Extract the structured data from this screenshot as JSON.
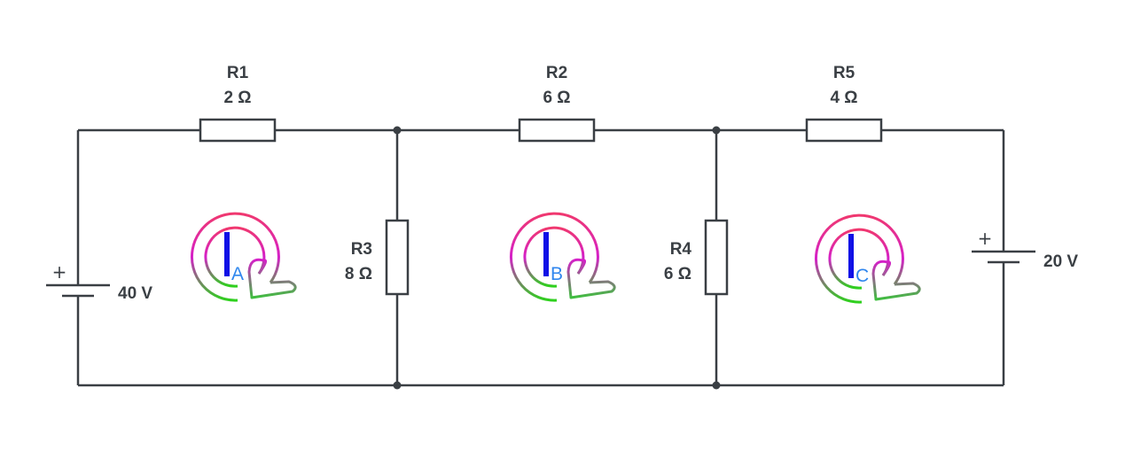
{
  "resistors": [
    {
      "name": "R1",
      "value": "2 Ω"
    },
    {
      "name": "R2",
      "value": "6 Ω"
    },
    {
      "name": "R5",
      "value": "4 Ω"
    },
    {
      "name": "R3",
      "value": "8 Ω"
    },
    {
      "name": "R4",
      "value": "6 Ω"
    }
  ],
  "sources": [
    {
      "polarity": "+",
      "voltage": "40 V"
    },
    {
      "polarity": "+",
      "voltage": "20 V"
    }
  ],
  "loops": [
    {
      "symbol": "I",
      "subscript": "A",
      "direction": "clockwise"
    },
    {
      "symbol": "I",
      "subscript": "B",
      "direction": "clockwise"
    },
    {
      "symbol": "I",
      "subscript": "C",
      "direction": "clockwise"
    }
  ],
  "colors": {
    "wire": "#3a3f44",
    "loop_gradient_top": "#f0386f",
    "loop_gradient_mid": "#d520c8",
    "loop_gradient_bottom": "#2ed11d",
    "current_bar": "#1010e6",
    "current_subscript": "#2f86ee"
  }
}
